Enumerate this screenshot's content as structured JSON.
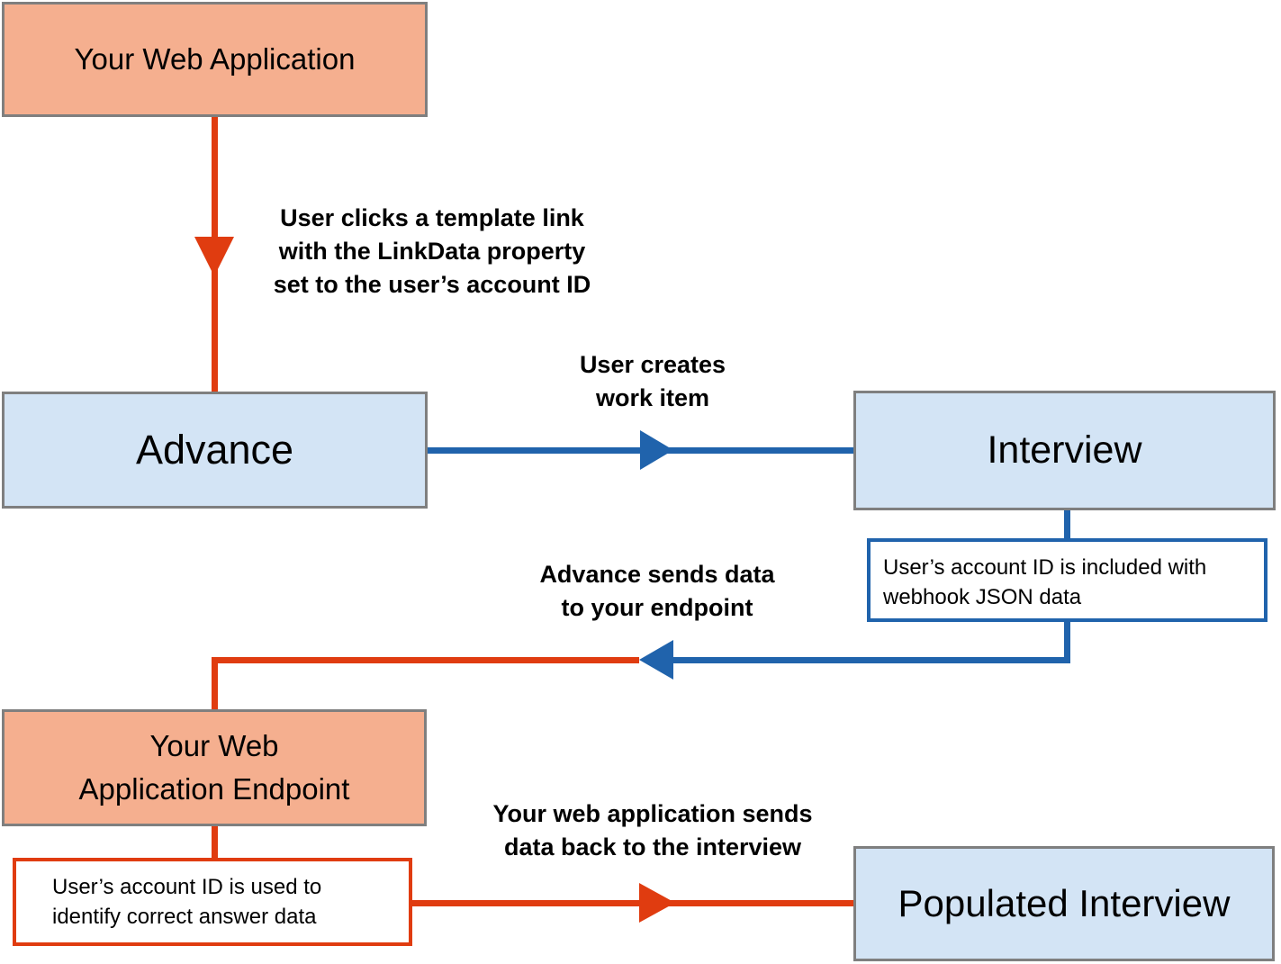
{
  "colors": {
    "salmon": "#F5AF8F",
    "bluefill": "#D3E4F5",
    "grayborder": "#7F7F7F",
    "red": "#E03C10",
    "blue": "#2063AC",
    "text": "#000000",
    "calloutbg": "#FFFFFF"
  },
  "nodes": {
    "your_web_application": "Your Web Application",
    "advance": "Advance",
    "interview": "Interview",
    "your_web_application_endpoint": "Your Web\nApplication Endpoint",
    "populated_interview": "Populated Interview"
  },
  "annotations": {
    "template_link": "User clicks a template link\nwith the LinkData property\nset to the user’s account ID",
    "user_creates_work_item": "User creates\nwork item",
    "advance_sends_data": "Advance sends data\nto your endpoint",
    "web_app_sends_data": "Your web application sends\ndata back to the interview"
  },
  "callouts": {
    "webhook_json": "User’s account ID is included with\nwebhook JSON data",
    "answer_data": "User’s account ID is used to\nidentify correct answer data"
  }
}
